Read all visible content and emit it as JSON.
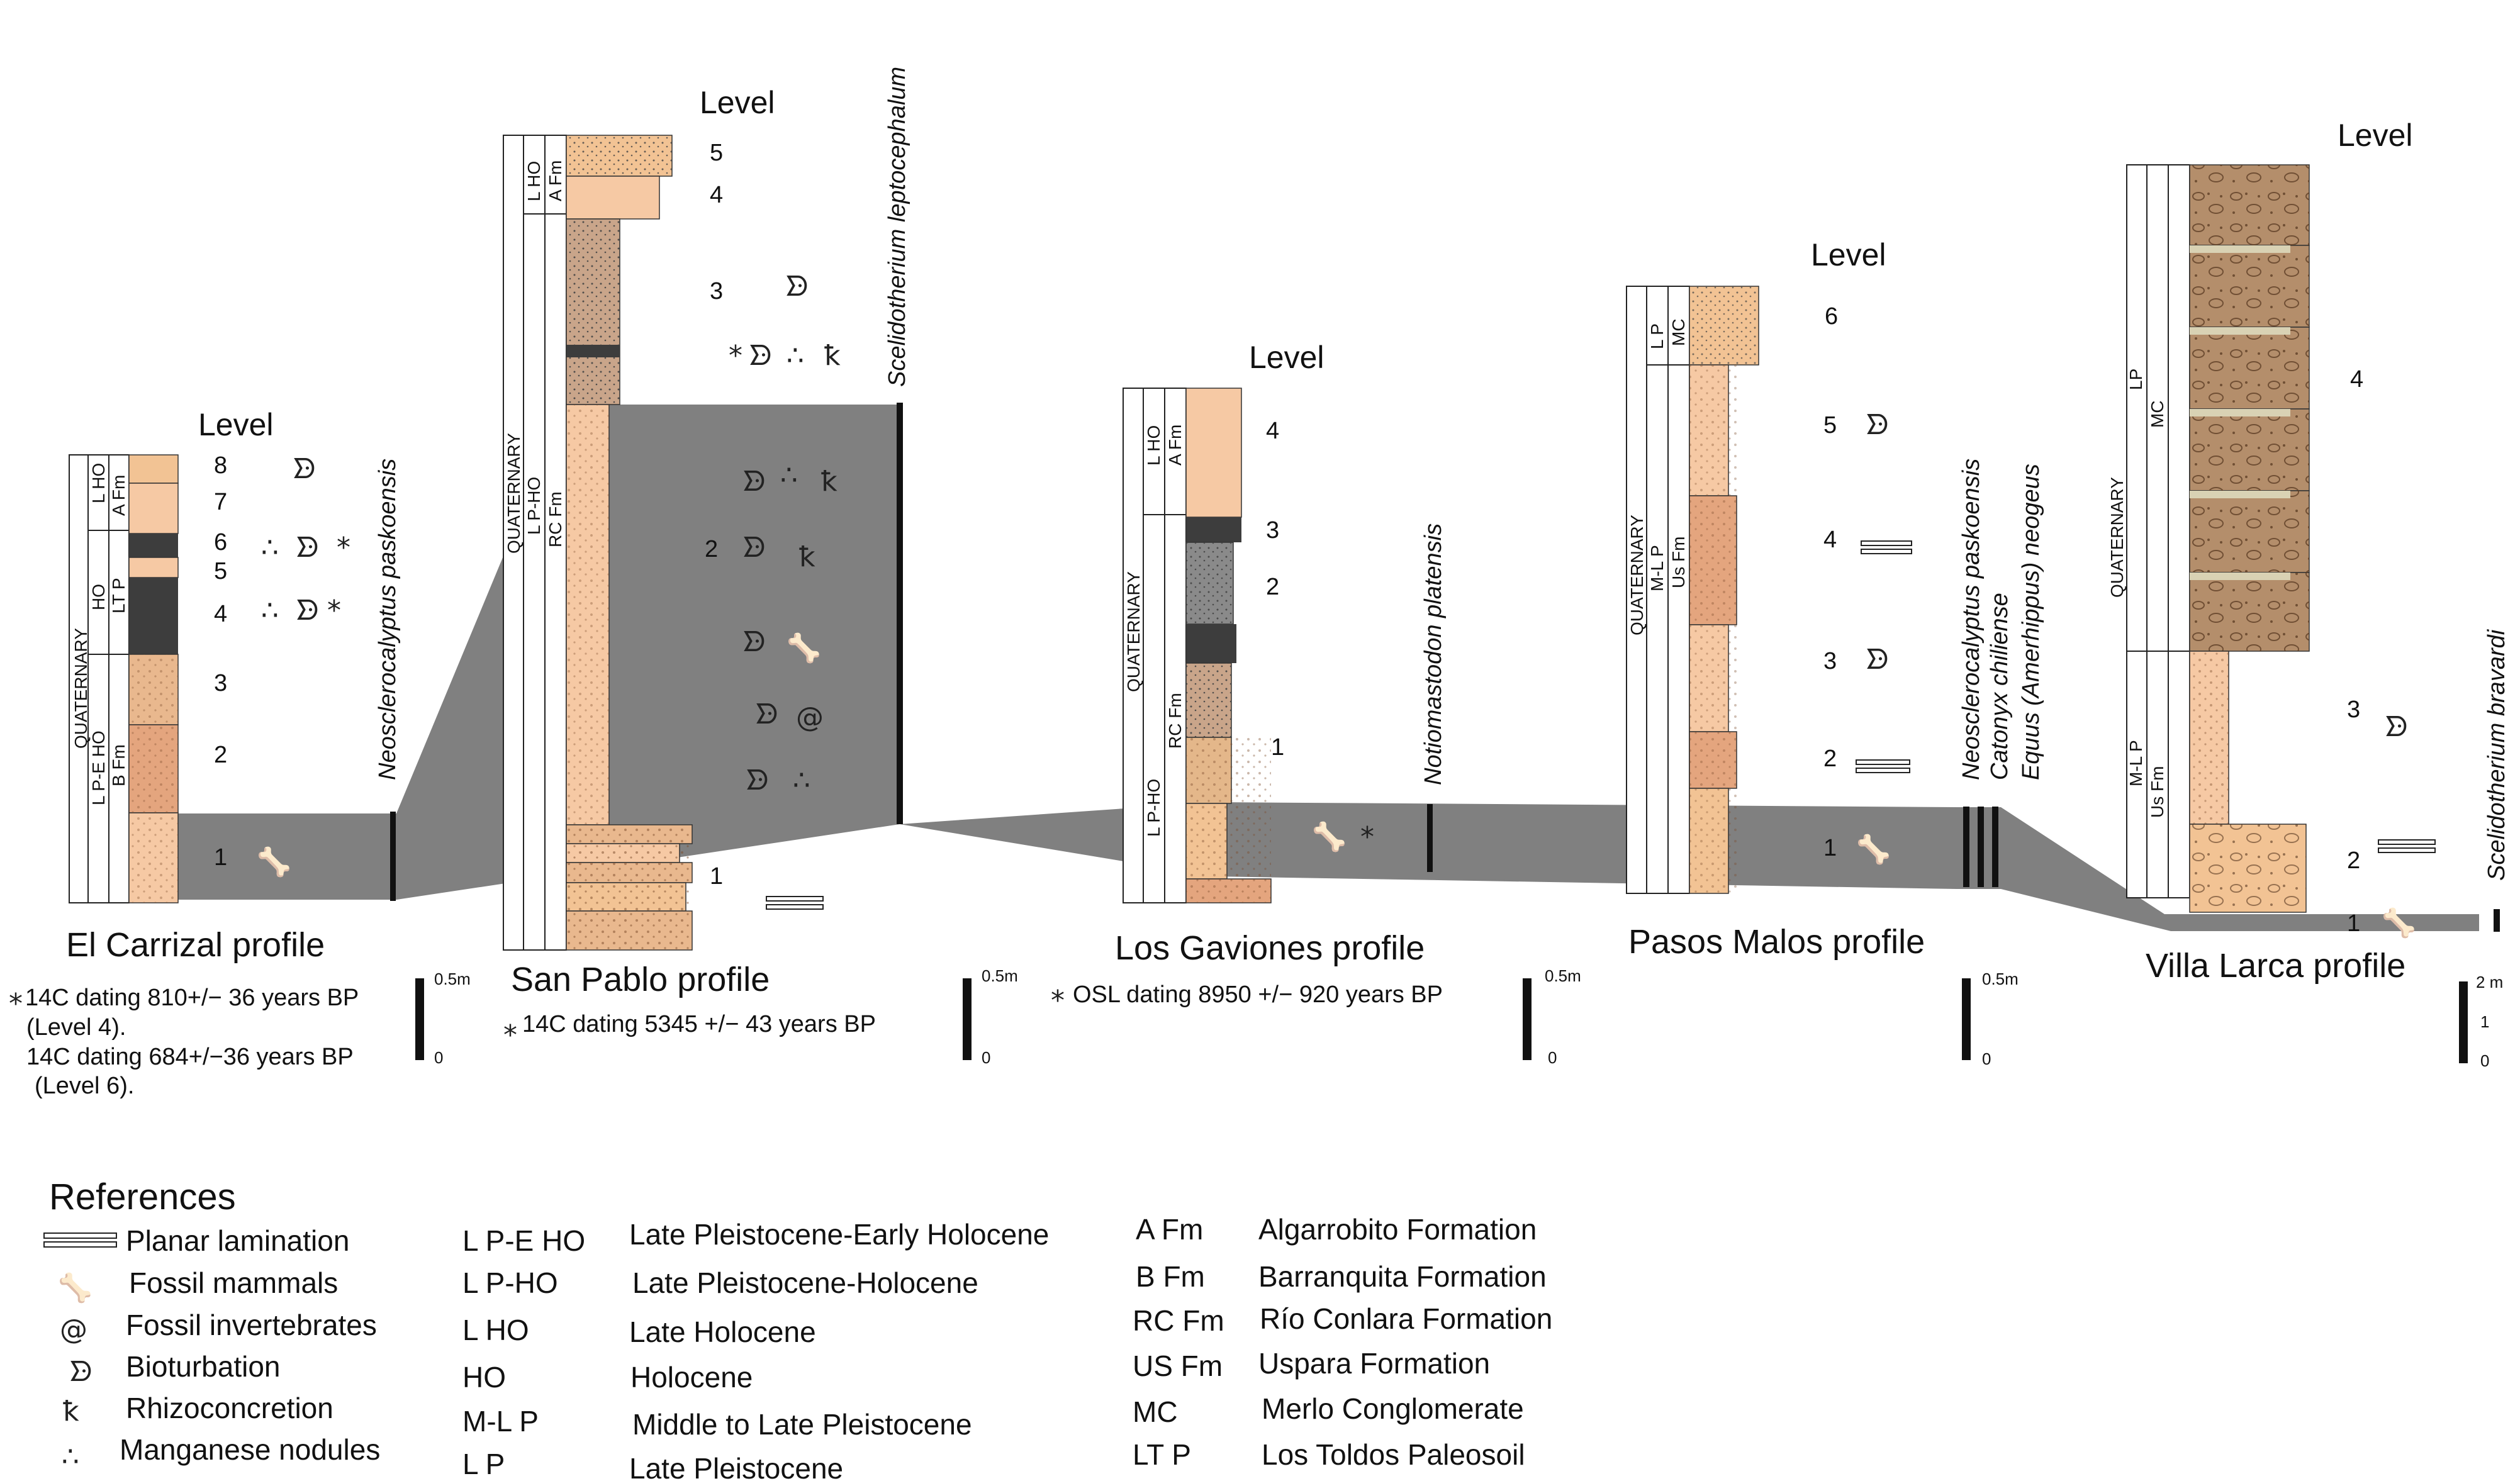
{
  "profiles": [
    {
      "name": "El Carrizal profile",
      "level_header": "Level",
      "levels": [
        "8",
        "7",
        "6",
        "5",
        "4",
        "3",
        "2",
        "1"
      ],
      "stratigraphy": [
        "QUATERNARY",
        "L HO",
        "A Fm",
        "HO",
        "LT P",
        "L P-E HO",
        "B Fm"
      ],
      "species": "Neosclerocalyptus paskoensis",
      "dating": [
        "14C dating 810+/− 36 years BP",
        "(Level 4).",
        "14C dating 684+/−36 years BP",
        "(Level 6)."
      ],
      "scale": [
        "0.5m",
        "0"
      ]
    },
    {
      "name": "San Pablo profile",
      "level_header": "Level",
      "levels": [
        "5",
        "4",
        "3",
        "2",
        "1"
      ],
      "stratigraphy": [
        "QUATERNARY",
        "L HO",
        "A Fm",
        "L P-HO",
        "RC Fm"
      ],
      "species": "Scelidotherium leptocephalum",
      "dating": [
        "14C dating 5345 +/− 43 years BP"
      ],
      "scale": [
        "0.5m",
        "0"
      ]
    },
    {
      "name": "Los Gaviones profile",
      "level_header": "Level",
      "levels": [
        "4",
        "3",
        "2",
        "1"
      ],
      "stratigraphy": [
        "QUATERNARY",
        "L HO",
        "A Fm",
        "L P-HO",
        "RC Fm"
      ],
      "species": "Notiomastodon platensis",
      "dating": [
        "OSL dating 8950 +/− 920 years BP"
      ],
      "scale": [
        "0.5m",
        "0"
      ]
    },
    {
      "name": "Pasos Malos profile",
      "level_header": "Level",
      "levels": [
        "6",
        "5",
        "4",
        "3",
        "2",
        "1"
      ],
      "stratigraphy": [
        "QUATERNARY",
        "L P",
        "MC",
        "M-L P",
        "Us Fm"
      ],
      "species": [
        "Neosclerocalyptus paskoensis",
        "Catonyx chiliense",
        "Equus (Amerhippus) neogeus"
      ],
      "scale": [
        "0.5m",
        "0"
      ]
    },
    {
      "name": "Villa Larca profile",
      "level_header": "Level",
      "levels": [
        "4",
        "3",
        "2",
        "1"
      ],
      "stratigraphy": [
        "QUATERNARY",
        "LP",
        "MC",
        "M-L P",
        "Us Fm"
      ],
      "species": "Scelidotherium bravardi",
      "scale": [
        "2 m",
        "1",
        "0"
      ]
    }
  ],
  "references": {
    "title": "References",
    "symbols": [
      "Planar lamination",
      "Fossil mammals",
      "Fossil invertebrates",
      "Bioturbation",
      "Rhizoconcretion",
      "Manganese nodules"
    ],
    "ages": [
      {
        "abbr": "L P-E HO",
        "name": "Late Pleistocene-Early Holocene"
      },
      {
        "abbr": "L P-HO",
        "name": "Late Pleistocene-Holocene"
      },
      {
        "abbr": "L HO",
        "name": "Late Holocene"
      },
      {
        "abbr": "HO",
        "name": "Holocene"
      },
      {
        "abbr": "M-L P",
        "name": "Middle to Late Pleistocene"
      },
      {
        "abbr": "L P",
        "name": "Late Pleistocene"
      }
    ],
    "formations": [
      {
        "abbr": "A Fm",
        "name": "Algarrobito Formation"
      },
      {
        "abbr": "B Fm",
        "name": "Barranquita Formation"
      },
      {
        "abbr": "RC Fm",
        "name": "Río Conlara Formation"
      },
      {
        "abbr": "US Fm",
        "name": "Uspara Formation"
      },
      {
        "abbr": "MC",
        "name": "Merlo Conglomerate"
      },
      {
        "abbr": "LT P",
        "name": "Los Toldos Paleosoil"
      }
    ]
  },
  "colors": {
    "correlation_band": "#808080",
    "sand_light": "#f6c9a4",
    "sand_mid": "#e4a57e",
    "clay_dark": "#3d3d3d",
    "conglomerate": "#b48e6b",
    "tan": "#f2c394"
  }
}
